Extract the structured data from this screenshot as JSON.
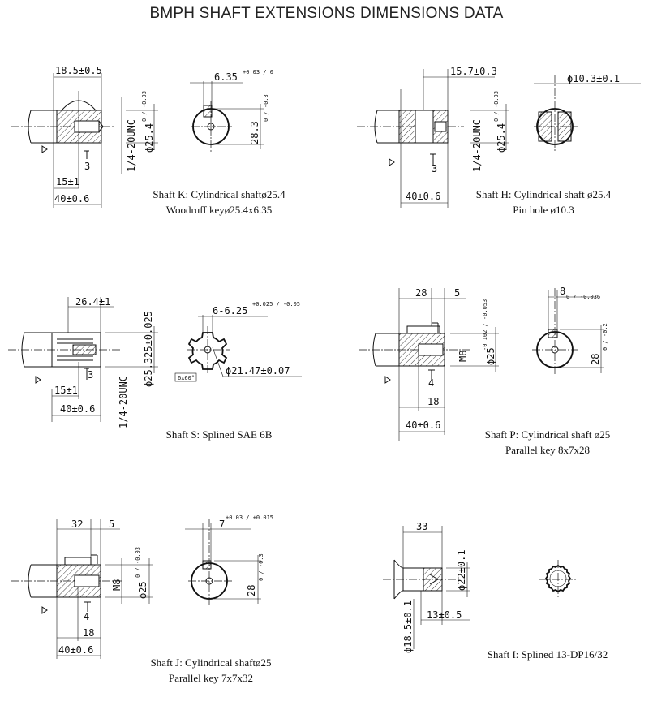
{
  "title": "BMPH SHAFT EXTENSIONS DIMENSIONS DATA",
  "shafts": {
    "k": {
      "caption_line1": "Shaft K: Cylindrical shaftø25.4",
      "caption_line2": "Woodruff keyø25.4x6.35",
      "dims": {
        "len_key": "18.5±0.5",
        "dia_base": "ϕ25.4",
        "dia_tol": "0 / -0.03",
        "thread": "1/4-20UNC",
        "three": "3",
        "len_15": "15±1",
        "len_40": "40±0.6",
        "key_w_base": "6.35",
        "key_w_tol": "+0.03 / 0",
        "key_h_base": "28.3",
        "key_h_tol": "0 / -0.3"
      }
    },
    "h": {
      "caption_line1": "Shaft H: Cylindrical shaft ø25.4",
      "caption_line2": "Pin hole ø10.3",
      "dims": {
        "len_pin": "15.7±0.3",
        "dia_base": "ϕ25.4",
        "dia_tol": "0 / -0.03",
        "thread": "1/4-20UNC",
        "three": "3",
        "len_40": "40±0.6",
        "pin_dia": "ϕ10.3±0.1"
      }
    },
    "s": {
      "caption_line1": "Shaft S: Splined SAE 6B",
      "dims": {
        "len_spline": "26.4±1",
        "dia": "ϕ25.325±0.025",
        "thread": "1/4-20UNC",
        "three": "3",
        "len_15": "15±1",
        "len_40": "40±0.6",
        "spline_w_base": "6-6.25",
        "spline_w_tol": "+0.025 / -0.05",
        "spline_count": "6x60°",
        "minor_dia": "ϕ21.47±0.07"
      }
    },
    "p": {
      "caption_line1": "Shaft P: Cylindrical shaft ø25",
      "caption_line2": "Parallel key  8x7x28",
      "dims": {
        "len_28": "28",
        "len_5": "5",
        "dia_base": "ϕ25",
        "dia_tol": "-0.102 / -0.053",
        "thread": "M8",
        "four": "4",
        "len_18": "18",
        "len_40": "40±0.6",
        "key_w_base": "8",
        "key_w_tol": "0 / -0.036",
        "key_h_base": "28",
        "key_h_tol": "0 / -0.2"
      }
    },
    "j": {
      "caption_line1": "Shaft J: Cylindrical shaftø25",
      "caption_line2": "Parallel key  7x7x32",
      "dims": {
        "len_32": "32",
        "len_5": "5",
        "dia_base": "ϕ25",
        "dia_tol": "0 / -0.03",
        "thread": "M8",
        "four": "4",
        "len_18": "18",
        "len_40": "40±0.6",
        "key_w_base": "7",
        "key_w_tol": "+0.03 / +0.015",
        "key_h_base": "28",
        "key_h_tol": "0 / -0.3"
      }
    },
    "i": {
      "caption_line1": "Shaft I: Splined 13-DP16/32",
      "dims": {
        "len_33": "33",
        "dia_22": "ϕ22±0.1",
        "len_13": "13±0.5",
        "dia_18": "ϕ18.5±0.1"
      }
    }
  }
}
